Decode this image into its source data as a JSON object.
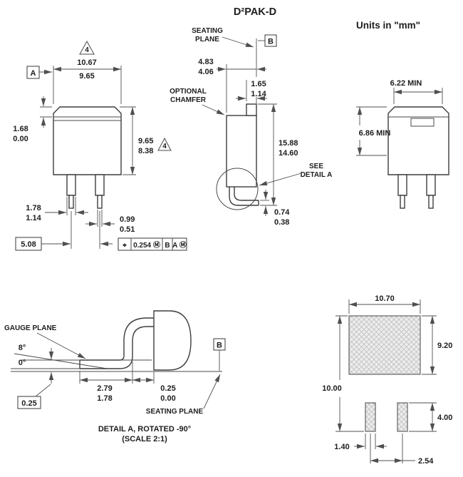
{
  "title": "D²PAK-D",
  "units": "Units in \"mm\"",
  "front": {
    "flag_top": "4",
    "flag_side": "4",
    "datum_a": "A",
    "dim_width": {
      "max": "10.67",
      "min": "9.65"
    },
    "dim_tab_step": {
      "max": "1.68",
      "min": "0.00"
    },
    "dim_body_height": {
      "max": "9.65",
      "min": "8.38"
    },
    "dim_lead_wide": {
      "max": "1.78",
      "min": "1.14"
    },
    "dim_lead_narrow": {
      "max": "0.99",
      "min": "0.51"
    },
    "pitch": "5.08",
    "fcf": {
      "cells": [
        "⌖",
        "0.254 Ⓜ",
        "B",
        "A Ⓜ"
      ]
    }
  },
  "side": {
    "seating_plane": {
      "line1": "SEATING",
      "line2": "PLANE"
    },
    "datum_b": "B",
    "dim_depth": {
      "max": "4.83",
      "min": "4.06"
    },
    "dim_tab_depth": {
      "max": "1.65",
      "min": "1.14"
    },
    "optional_chamfer": {
      "line1": "OPTIONAL",
      "line2": "CHAMFER"
    },
    "dim_overall": {
      "max": "15.88",
      "min": "14.60"
    },
    "see_detail": {
      "line1": "SEE",
      "line2": "DETAIL A"
    },
    "dim_lead_thickness": {
      "max": "0.74",
      "min": "0.38"
    }
  },
  "back": {
    "dim_width_min": "6.22 MIN",
    "dim_height_min": "6.86 MIN"
  },
  "detail_a": {
    "gauge_plane": "GAUGE PLANE",
    "angle": {
      "max": "8°",
      "min": "0°"
    },
    "datum_b": "B",
    "dim_foot_length": {
      "max": "2.79",
      "min": "1.78"
    },
    "dim_standoff": {
      "max": "0.25",
      "min": "0.00"
    },
    "gauge_offset": "0.25",
    "seating_plane": "SEATING PLANE",
    "caption": {
      "line1": "DETAIL A, ROTATED -90°",
      "line2": "(SCALE 2:1)"
    }
  },
  "land": {
    "pad_width": "10.70",
    "pad_height": "9.20",
    "overall_height": "10.00",
    "lead_pad_height": "4.00",
    "lead_pad_width": "1.40",
    "lead_pitch": "2.54"
  }
}
